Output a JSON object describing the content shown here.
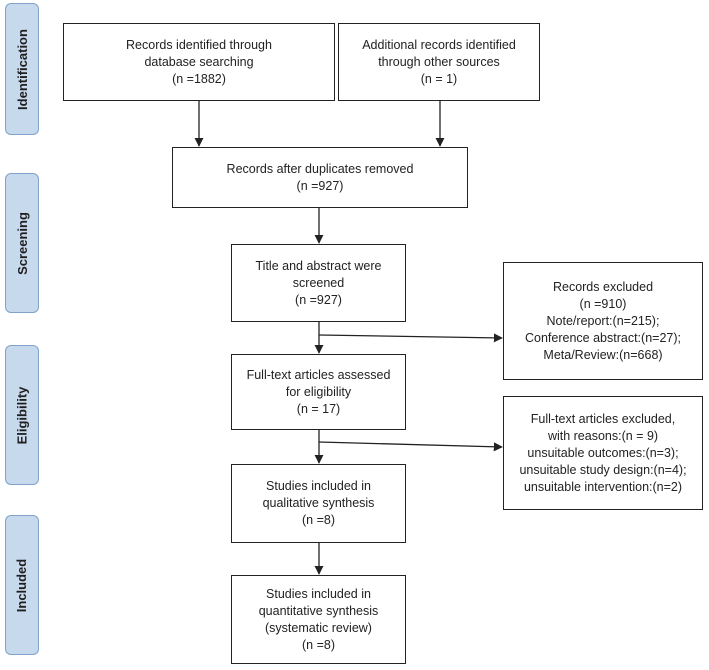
{
  "phases": {
    "identification": "Identification",
    "screening": "Screening",
    "eligibility": "Eligibility",
    "included": "Included"
  },
  "boxes": {
    "database": [
      "Records identified through",
      "database searching",
      "(n =1882)"
    ],
    "other_sources": [
      "Additional records identified",
      "through other sources",
      "(n = 1)"
    ],
    "after_duplicates": [
      "Records after duplicates removed",
      "(n =927)"
    ],
    "screened": [
      "Title and abstract were",
      "screened",
      "(n =927)"
    ],
    "records_excluded": [
      "Records excluded",
      "(n =910)",
      "Note/report:(n=215);",
      "Conference abstract:(n=27);",
      "Meta/Review:(n=668)"
    ],
    "fulltext_assessed": [
      "Full-text articles assessed",
      "for eligibility",
      "(n = 17)"
    ],
    "fulltext_excluded": [
      "Full-text articles excluded,",
      "with reasons:(n = 9)",
      "unsuitable outcomes:(n=3);",
      "unsuitable study design:(n=4);",
      "unsuitable intervention:(n=2)"
    ],
    "qualitative": [
      "Studies included in",
      "qualitative synthesis",
      "(n =8)"
    ],
    "quantitative": [
      "Studies included in",
      "quantitative synthesis",
      "(systematic review)",
      "(n =8)"
    ]
  },
  "colors": {
    "phase_fill": "#c7d9ec",
    "phase_border": "#7fa3c8",
    "box_border": "#222222",
    "arrow": "#222222"
  }
}
